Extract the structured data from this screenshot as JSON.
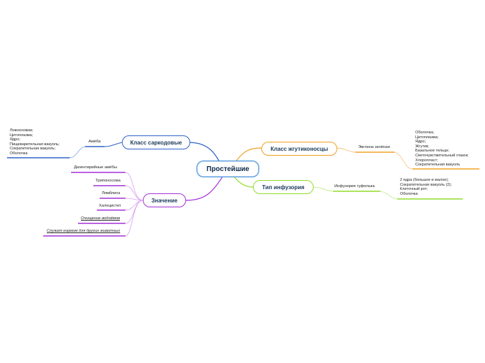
{
  "central": {
    "label": "Простейшие",
    "color": "#3f8ed8"
  },
  "branches": {
    "sarcodina": {
      "label": "Класс саркодовые",
      "color": "#2b62c9",
      "child": "Амёба",
      "details": [
        "Ложноножки;",
        "Цитоплазма;",
        "Ядро;",
        "Пищеварительная вакуоль;",
        "Сократительная вакуоль;",
        "Оболочка"
      ]
    },
    "flagellates": {
      "label": "Класс жгутиконосцы",
      "color": "#f0a020",
      "child": "Эвглена зелёная",
      "details": [
        "Оболочка;",
        "Цитоплазма;",
        "Ядро;",
        "Жгутик;",
        "Базальное тельце;",
        "Светочувствительный глазок;",
        "Хлоропласт;",
        "Сократительная вакуоль"
      ]
    },
    "ciliates": {
      "label": "Тип инфузория",
      "color": "#8fdc2a",
      "child": "Инфузория туфелька",
      "details": [
        "2 ядра (большое и малое);",
        "Сократительная вакуоль (2);",
        "Клеточный рот;",
        "Оболочка"
      ]
    },
    "significance": {
      "label": "Значение",
      "color": "#a42ed8",
      "items": [
        "Дизентирийные амёбы",
        "Трипоносома",
        "Лямблиоз",
        "Халецистит",
        "Очищение водоёмов",
        "Служат кормом для других животных"
      ]
    }
  }
}
